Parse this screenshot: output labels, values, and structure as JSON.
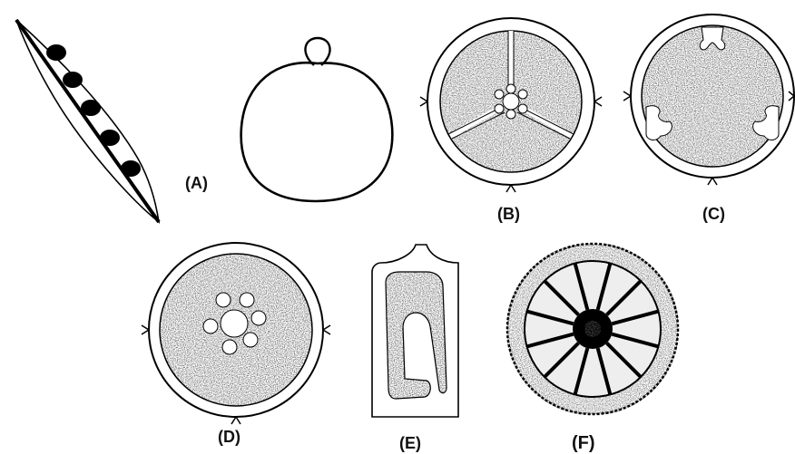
{
  "panels": [
    {
      "id": "A",
      "label": "(A)"
    },
    {
      "id": "B",
      "label": "(B)"
    },
    {
      "id": "C",
      "label": "(C)"
    },
    {
      "id": "D",
      "label": "(D)"
    },
    {
      "id": "E",
      "label": "(E)"
    },
    {
      "id": "F",
      "label": "(F)"
    }
  ],
  "colors": {
    "outline": "#000000",
    "tissue": "#5a5a5a",
    "background": "#ffffff"
  }
}
